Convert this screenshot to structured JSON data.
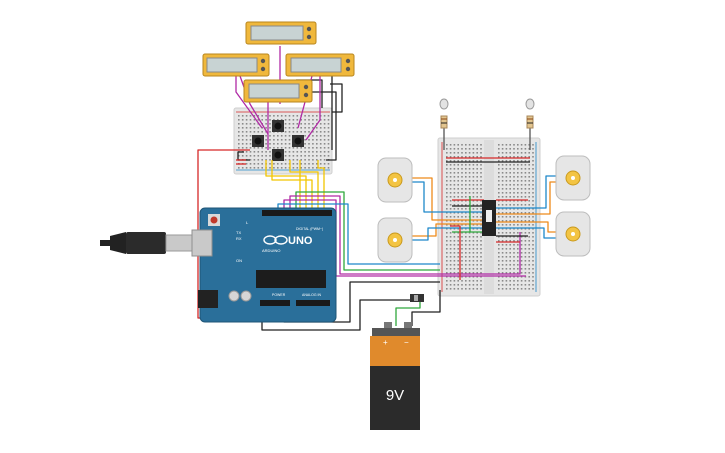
{
  "arduino": {
    "brand": "UNO",
    "logo_text": "ARDUINO",
    "digital_label": "DIGITAL (PWM~)",
    "power_label": "POWER",
    "analog_label": "ANALOG IN",
    "tx_label": "TX",
    "rx_label": "RX",
    "on_label": "ON",
    "l_label": "L"
  },
  "battery": {
    "label": "9V",
    "plus": "+",
    "minus": "−"
  },
  "colors": {
    "arduino_board": "#2a6f9a",
    "battery_top": "#e08a2c",
    "battery_bottom": "#2b2b2b",
    "breadboard": "#e6e6e6",
    "wire_red": "#d62828",
    "wire_black": "#222222",
    "wire_yellow": "#f2c500",
    "wire_green": "#2fa83c",
    "wire_magenta": "#b02aa5",
    "wire_blue": "#1e88c9",
    "wire_orange": "#ee8a1a"
  }
}
